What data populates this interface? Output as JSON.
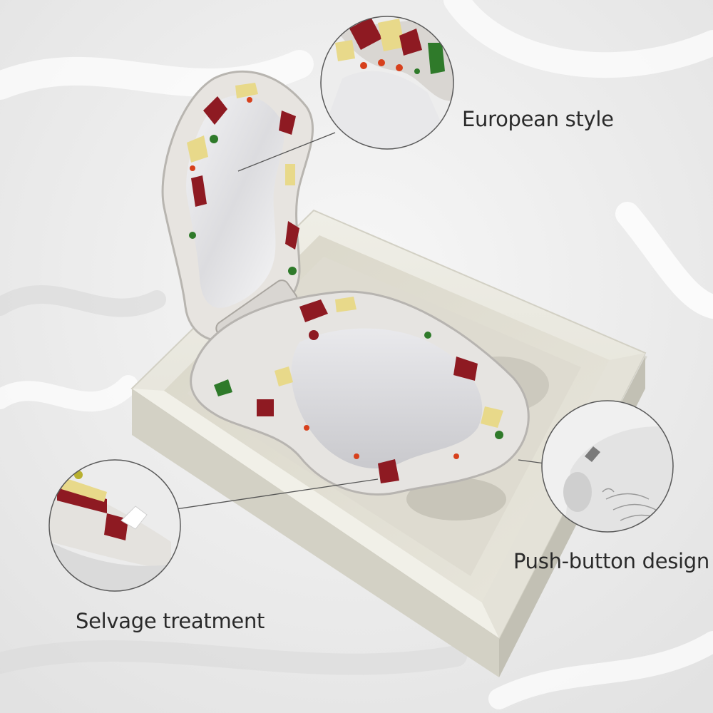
{
  "callouts": {
    "european_style": "European style",
    "push_button": "Push-button design",
    "selvage": "Selvage treatment"
  },
  "colors": {
    "background": "#efefef",
    "fabric_highlight": "#ffffff",
    "fabric_shadow": "#d6d6d6",
    "box": "#ecebe2",
    "box_shadow": "#cfcdc1",
    "mirror_silver": "#e6e6e8",
    "enamel_red": "#8e1a22",
    "enamel_yellow": "#e8d98a",
    "enamel_green": "#2f7a2a",
    "enamel_orange": "#d7401c",
    "callout_line": "#555555",
    "text": "#2a2a2a"
  }
}
